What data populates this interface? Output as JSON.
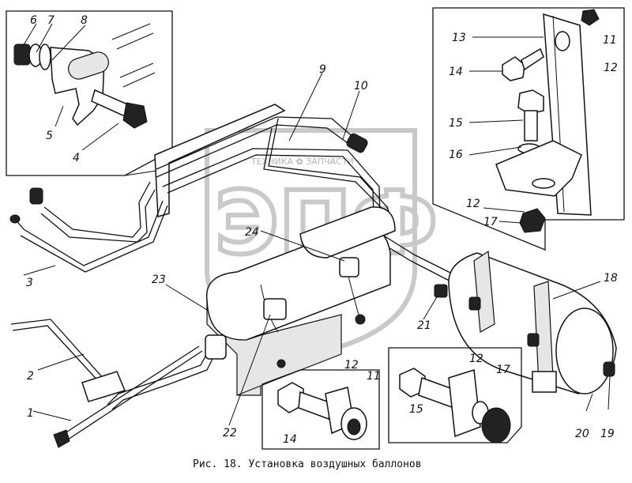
{
  "caption": "Рис. 18. Установка воздушных баллонов",
  "watermark": {
    "line": "ТЕХНИКА ✿ ЗАПЧАСТИ",
    "logo": "ЭПФ"
  },
  "callouts": {
    "n1": "1",
    "n2": "2",
    "n3": "3",
    "n4": "4",
    "n5": "5",
    "n6": "6",
    "n7": "7",
    "n8": "8",
    "n9": "9",
    "n10": "10",
    "n11a": "11",
    "n11b": "11",
    "n12a": "12",
    "n12b": "12",
    "n12c": "12",
    "n12d": "12",
    "n13": "13",
    "n14a": "14",
    "n14b": "14",
    "n15a": "15",
    "n15b": "15",
    "n16": "16",
    "n17a": "17",
    "n17b": "17",
    "n18": "18",
    "n19": "19",
    "n20": "20",
    "n21": "21",
    "n22": "22",
    "n23": "23",
    "n24": "24"
  }
}
